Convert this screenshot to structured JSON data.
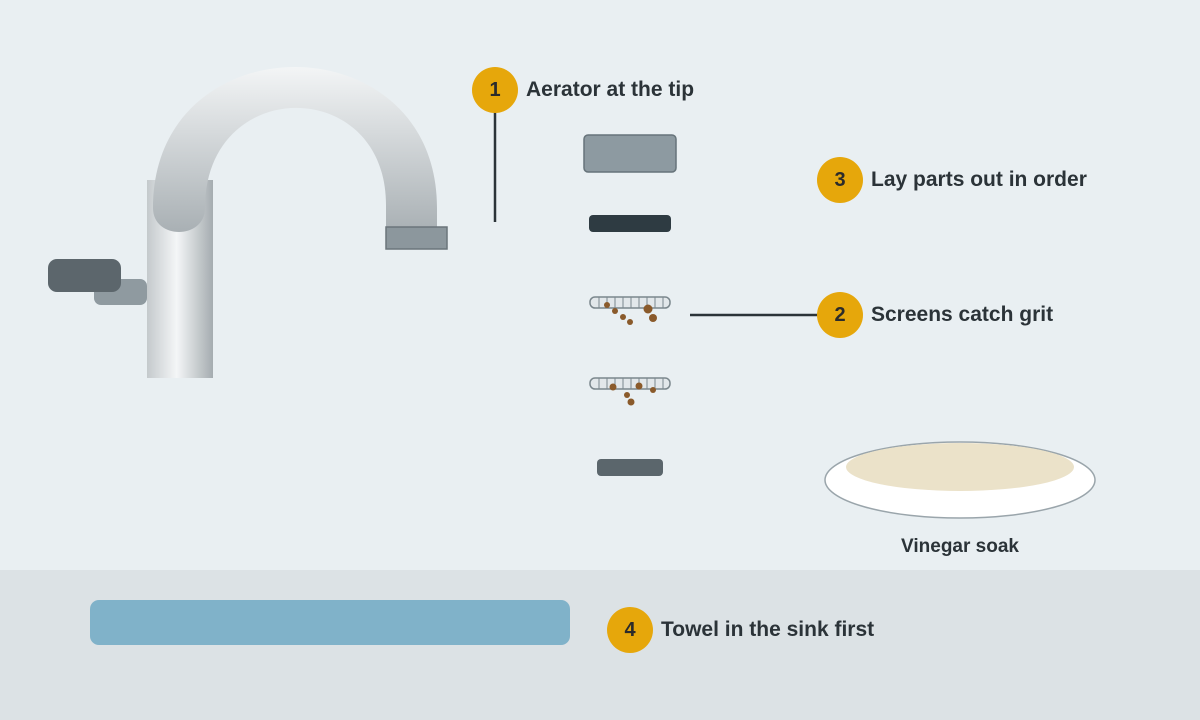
{
  "callouts": [
    {
      "number": "1",
      "label": "Aerator at the tip"
    },
    {
      "number": "2",
      "label": "Screens catch grit"
    },
    {
      "number": "3",
      "label": "Lay parts out in order"
    },
    {
      "number": "4",
      "label": "Towel in the sink first"
    }
  ],
  "dish": {
    "label": "Vinegar soak"
  },
  "colors": {
    "badge": "#e6a70b",
    "towel": "#80b2c9",
    "grit": "#8a5a2b",
    "background": "#e9eff2",
    "countertop": "#dce2e5"
  }
}
